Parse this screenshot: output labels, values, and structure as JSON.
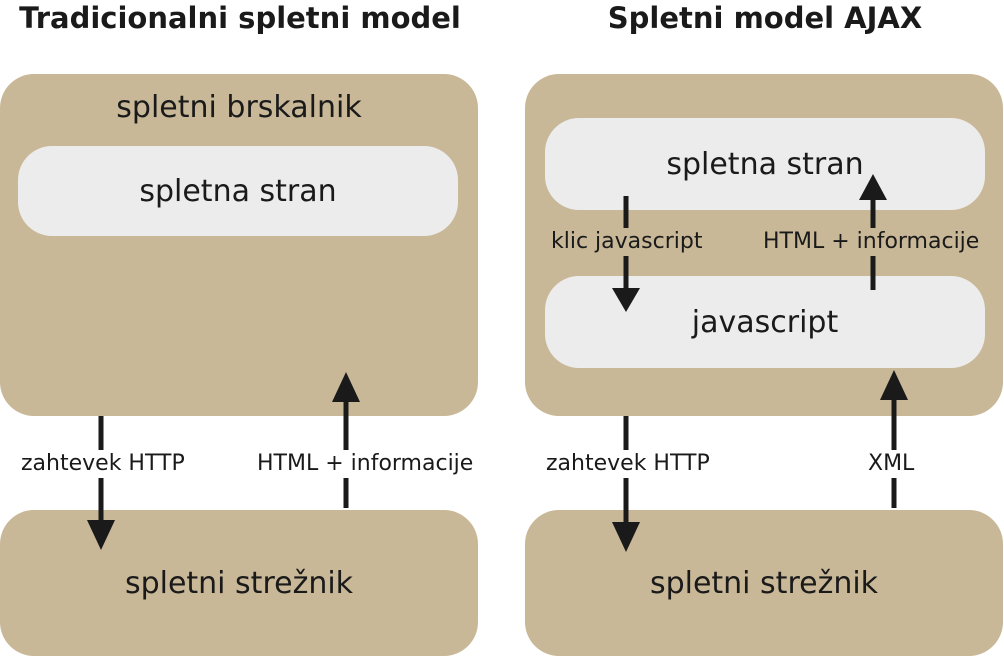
{
  "traditional": {
    "title": "Tradicionalni spletni model",
    "browser_label": "spletni brskalnik",
    "page_label": "spletna stran",
    "server_label": "spletni strežnik",
    "request_label": "zahtevek HTTP",
    "response_label": "HTML + informacije"
  },
  "ajax": {
    "title": "Spletni model AJAX",
    "page_label": "spletna stran",
    "js_label": "javascript",
    "server_label": "spletni strežnik",
    "js_call_label": "klic javascript",
    "js_response_label": "HTML + informacije",
    "request_label": "zahtevek HTTP",
    "response_label": "XML"
  },
  "colors": {
    "container": "#c9b897",
    "inner": "#ececec",
    "arrow": "#1a1a1a"
  }
}
